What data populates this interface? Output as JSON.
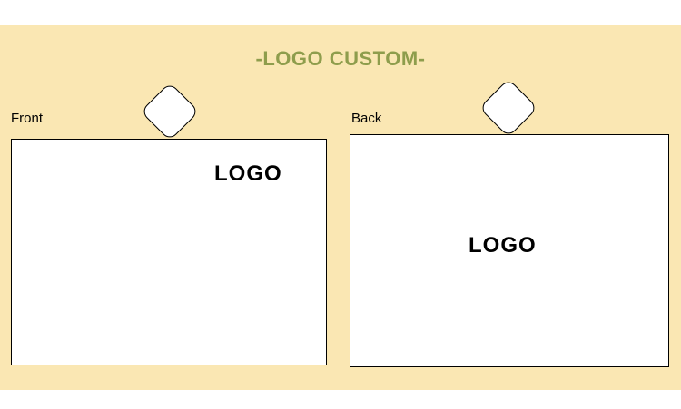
{
  "title": "-LOGO CUSTOM-",
  "panels": [
    {
      "label": "Front",
      "logo_text": "LOGO"
    },
    {
      "label": "Back",
      "logo_text": "LOGO"
    }
  ],
  "icons": [
    {
      "name": "front-hang-tab-icon",
      "shape": "rounded-diamond"
    },
    {
      "name": "back-hang-tab-icon",
      "shape": "rounded-diamond"
    }
  ],
  "colors": {
    "background": "#FAE7B3",
    "title_color": "#8E9D4C",
    "panel_border": "#000000",
    "panel_bg": "#FFFFFF",
    "page_bg": "#FFFFFF",
    "text_color": "#000000"
  }
}
